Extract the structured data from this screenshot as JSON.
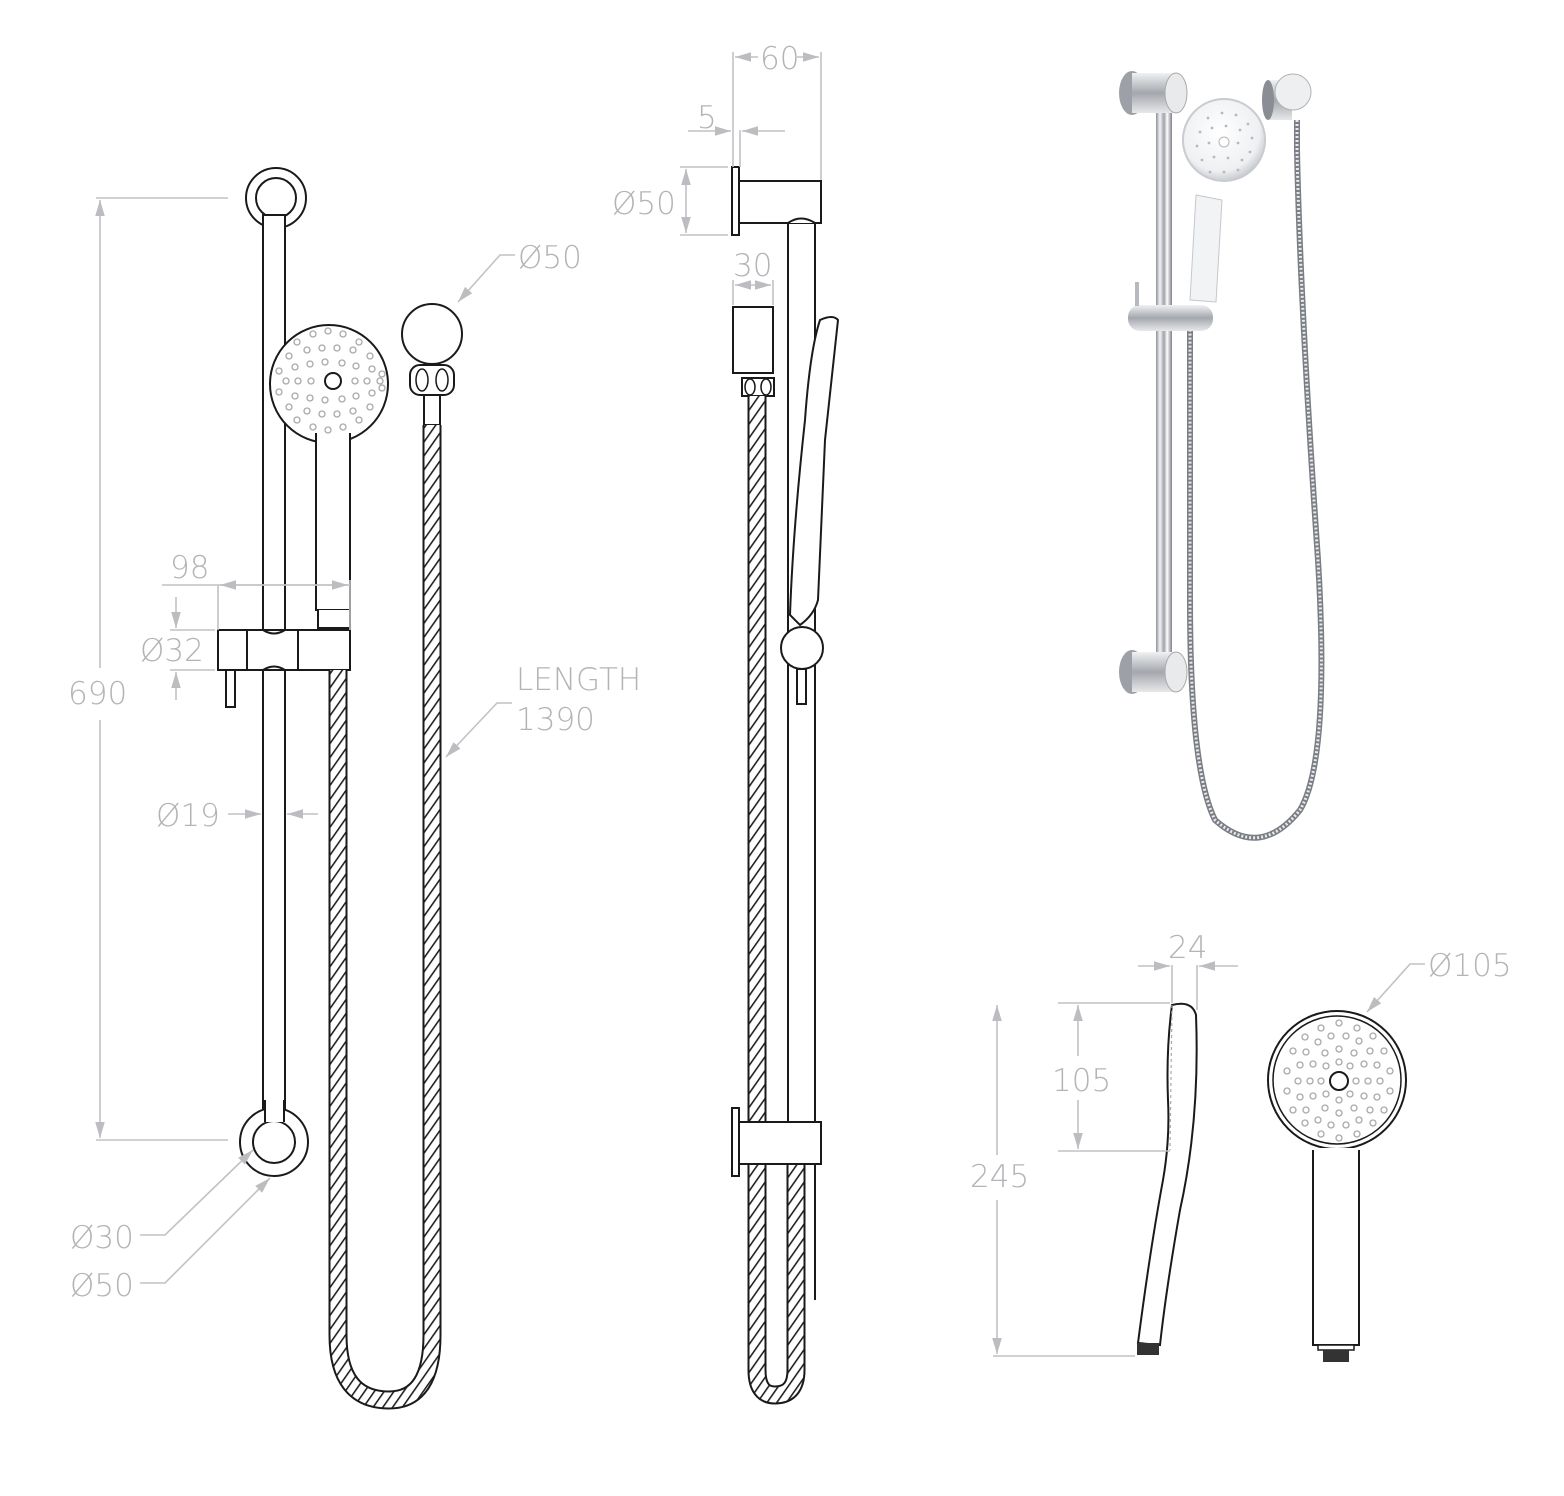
{
  "drawing": {
    "subject": "Shower rail set with hand shower technical drawing",
    "colors": {
      "dimension": "#b4b4b8",
      "outline": "#1a1a1a",
      "chrome": "#b9bcc1",
      "background": "#ffffff"
    }
  },
  "front_view": {
    "rail_height": "690",
    "slider_width": "98",
    "slider_diameter": "Ø32",
    "rail_diameter": "Ø19",
    "wall_outlet_diameter": "Ø50",
    "hose_length_label": "LENGTH",
    "hose_length_value": "1390",
    "bracket_inner_diameter": "Ø30",
    "bracket_outer_diameter": "Ø50"
  },
  "side_view": {
    "bracket_depth": "60",
    "flange_thickness": "5",
    "flange_diameter": "Ø50",
    "outlet_width": "30"
  },
  "hand_shower": {
    "head_thickness": "24",
    "head_diameter": "Ø105",
    "head_height": "105",
    "total_length": "245"
  },
  "photo": {
    "alt": "Chrome shower rail set product photo"
  }
}
